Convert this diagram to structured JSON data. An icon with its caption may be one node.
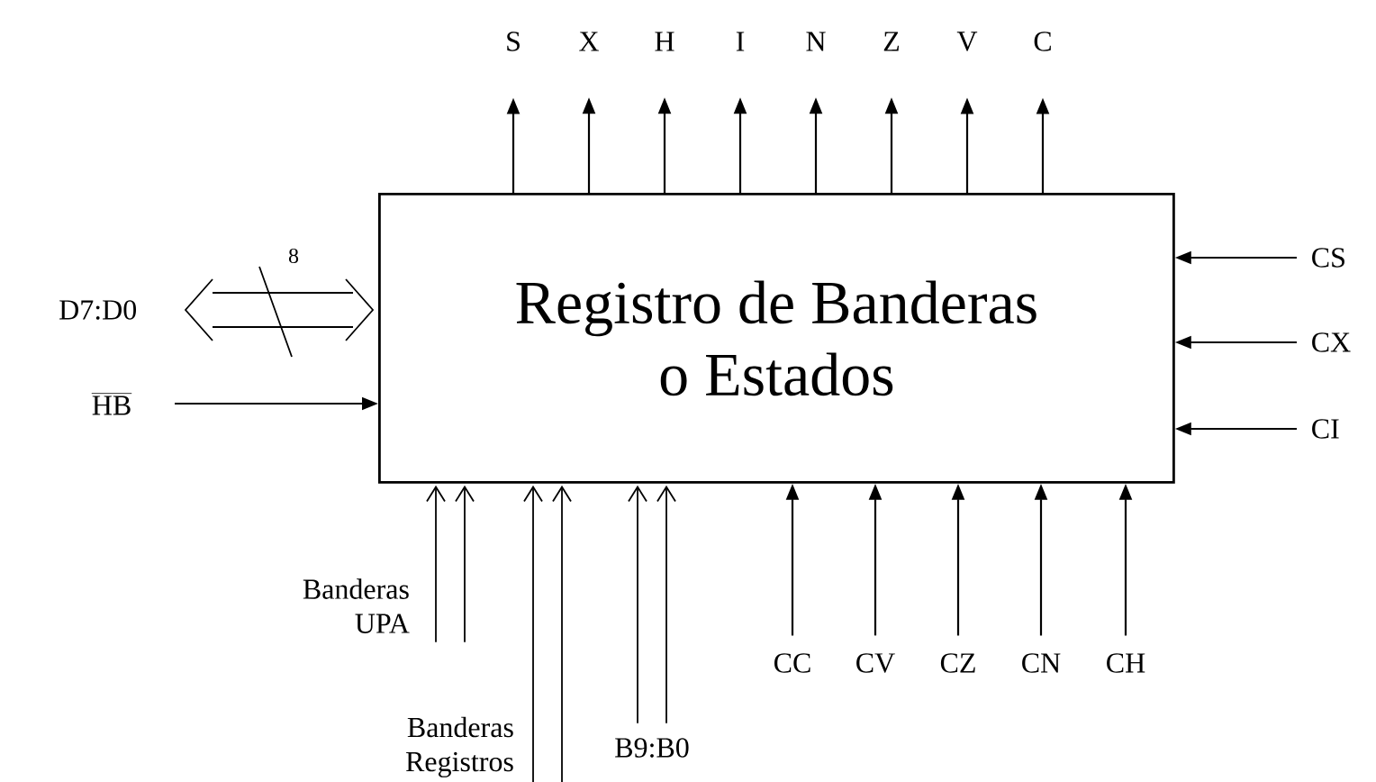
{
  "diagram": {
    "nodes": [
      {
        "text": [
          "Registro de Banderas o Estados"
        ]
      },
      {
        "text": [
          "S"
        ]
      },
      {
        "text": [
          "X"
        ]
      },
      {
        "text": [
          "H"
        ]
      },
      {
        "text": [
          "I"
        ]
      },
      {
        "text": [
          "N"
        ]
      },
      {
        "text": [
          "Z"
        ]
      },
      {
        "text": [
          "V"
        ]
      },
      {
        "text": [
          "C"
        ]
      },
      {
        "text": [
          "D7:D0"
        ]
      },
      {
        "text": [
          "HB"
        ]
      },
      {
        "text": [
          "CS"
        ]
      },
      {
        "text": [
          "CX"
        ]
      },
      {
        "text": [
          "CI"
        ]
      },
      {
        "text": [
          "CC"
        ]
      },
      {
        "text": [
          "CV"
        ]
      },
      {
        "text": [
          "CZ"
        ]
      },
      {
        "text": [
          "CN"
        ]
      },
      {
        "text": [
          "CH"
        ]
      },
      {
        "text": [
          "Banderas UPA"
        ]
      },
      {
        "text": [
          "Banderas Registros"
        ]
      },
      {
        "text": [
          "B9:B0"
        ]
      }
    ],
    "edges": [
      {
        "from": 0,
        "to": 1,
        "arrow": "to"
      },
      {
        "from": 0,
        "to": 2,
        "arrow": "to"
      },
      {
        "from": 0,
        "to": 3,
        "arrow": "to"
      },
      {
        "from": 0,
        "to": 4,
        "arrow": "to"
      },
      {
        "from": 0,
        "to": 5,
        "arrow": "to"
      },
      {
        "from": 0,
        "to": 6,
        "arrow": "to"
      },
      {
        "from": 0,
        "to": 7,
        "arrow": "to"
      },
      {
        "from": 0,
        "to": 8,
        "arrow": "to"
      },
      {
        "from": 9,
        "to": 0,
        "arrow": "both",
        "label": "8"
      },
      {
        "from": 10,
        "to": 0,
        "arrow": "to"
      },
      {
        "from": 11,
        "to": 0,
        "arrow": "to"
      },
      {
        "from": 12,
        "to": 0,
        "arrow": "to"
      },
      {
        "from": 13,
        "to": 0,
        "arrow": "to"
      },
      {
        "from": 14,
        "to": 0,
        "arrow": "to"
      },
      {
        "from": 15,
        "to": 0,
        "arrow": "to"
      },
      {
        "from": 16,
        "to": 0,
        "arrow": "to"
      },
      {
        "from": 17,
        "to": 0,
        "arrow": "to"
      },
      {
        "from": 18,
        "to": 0,
        "arrow": "to"
      },
      {
        "from": 19,
        "to": 0,
        "arrow": "to"
      },
      {
        "from": 19,
        "to": 0,
        "arrow": "to"
      },
      {
        "from": 20,
        "to": 0,
        "arrow": "to"
      },
      {
        "from": 20,
        "to": 0,
        "arrow": "to"
      },
      {
        "from": 21,
        "to": 0,
        "arrow": "to"
      },
      {
        "from": 21,
        "to": 0,
        "arrow": "to"
      }
    ]
  }
}
